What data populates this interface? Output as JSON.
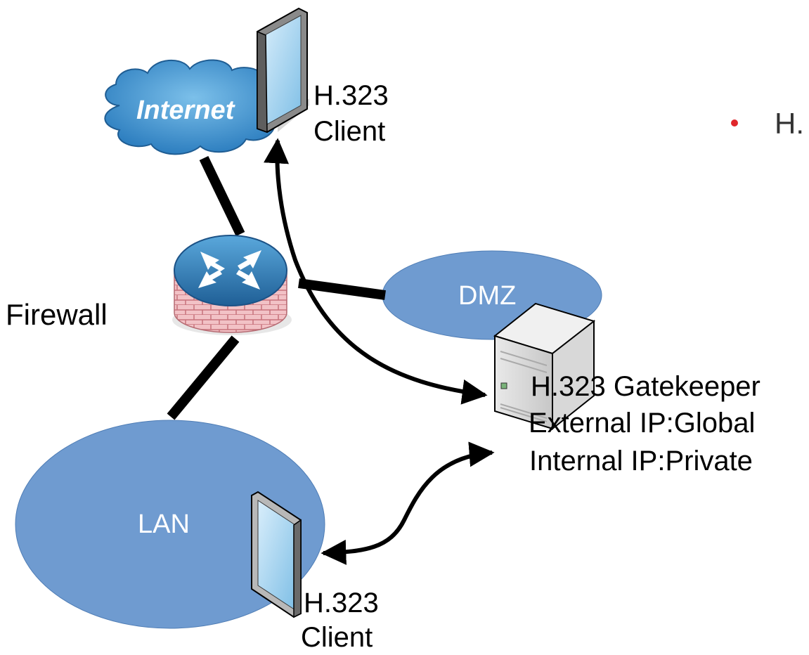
{
  "nodes": {
    "internet": "Internet",
    "firewall": "Firewall",
    "dmz": "DMZ",
    "lan": "LAN",
    "internet_client_line1": "H.323",
    "internet_client_line2": "Client",
    "lan_client_line1": "H.323",
    "lan_client_line2": "Client",
    "gatekeeper_line1": "H.323 Gatekeeper",
    "gatekeeper_line2": "External IP:Global",
    "gatekeeper_line3": "Internal IP:Private"
  },
  "bullet": {
    "text": "H."
  },
  "colors": {
    "network_blue": "#6f9bd0",
    "cloud_blue": "#3b88c8",
    "router_top": "#2a73ad",
    "brick": "#e7a7ad",
    "bullet_red": "#e0262b",
    "line": "#000000"
  }
}
